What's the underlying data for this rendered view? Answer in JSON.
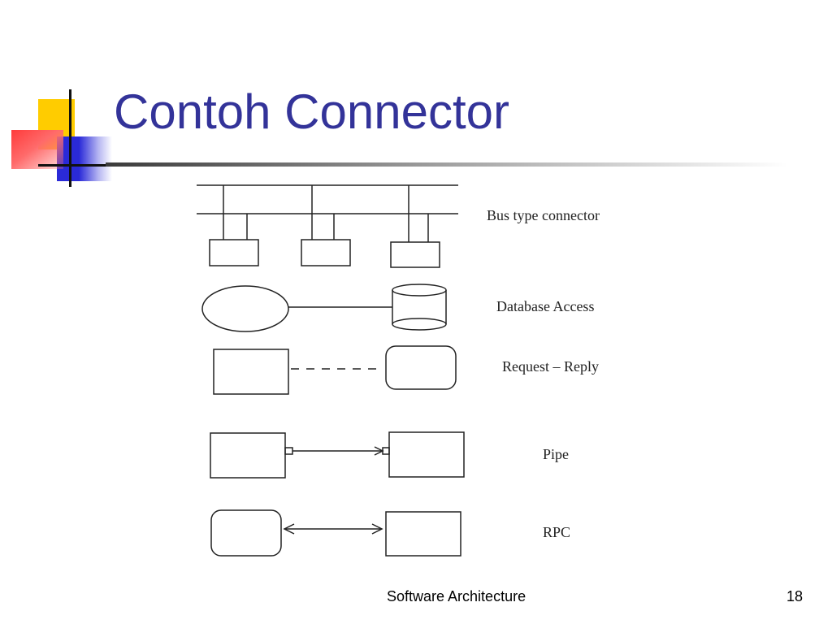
{
  "slide": {
    "title": "Contoh Connector",
    "footer": "Software Architecture",
    "page_number": "18"
  },
  "diagram": {
    "labels": {
      "bus": "Bus type connector",
      "database": "Database Access",
      "request_reply": "Request – Reply",
      "pipe": "Pipe",
      "rpc": "RPC"
    }
  }
}
